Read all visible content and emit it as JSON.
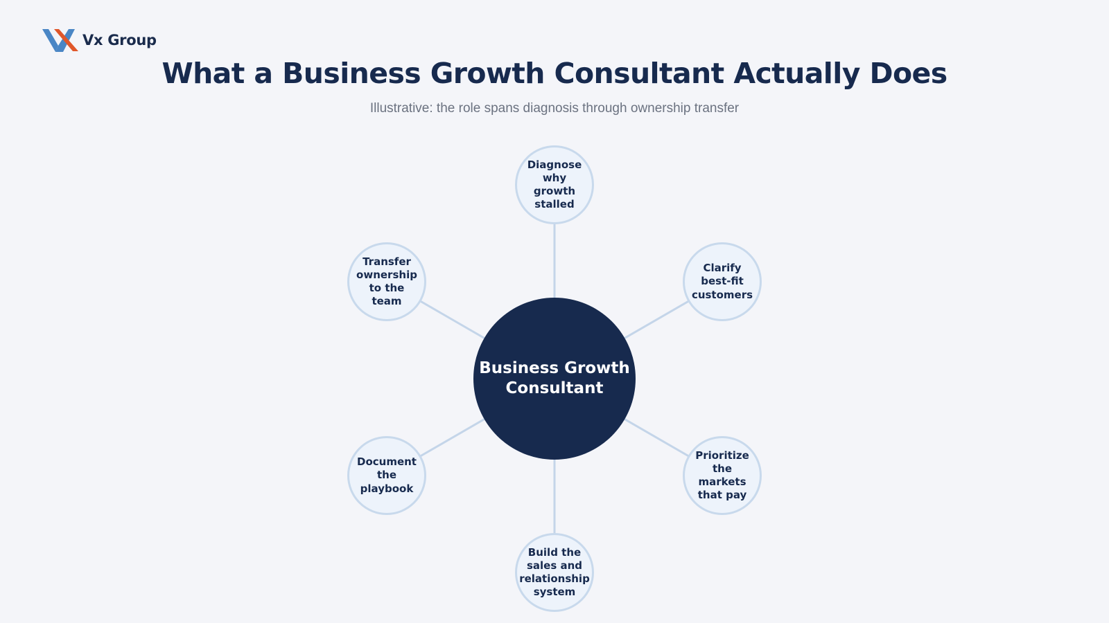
{
  "brand": {
    "name": "Vx Group",
    "colors": {
      "blue": "#4a86c5",
      "orange": "#e0572a",
      "navy": "#172a4e"
    }
  },
  "header": {
    "title": "What a Business Growth Consultant Actually Does",
    "subtitle": "Illustrative: the role spans diagnosis through ownership transfer"
  },
  "diagram": {
    "hub": {
      "label": "Business Growth Consultant"
    },
    "nodes": [
      {
        "id": "diagnose",
        "label": "Diagnose why growth stalled"
      },
      {
        "id": "clarify",
        "label": "Clarify best-fit customers"
      },
      {
        "id": "prioritize",
        "label": "Prioritize the markets that pay"
      },
      {
        "id": "build",
        "label": "Build the sales and relationship system"
      },
      {
        "id": "document",
        "label": "Document the playbook"
      },
      {
        "id": "transfer",
        "label": "Transfer ownership to the team"
      }
    ]
  }
}
